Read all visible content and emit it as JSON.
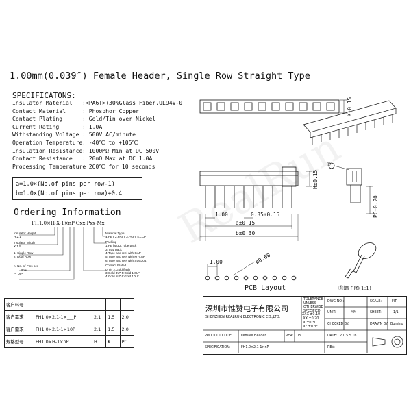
{
  "title": "1.00mm(0.039″) Female Header, Single Row Straight Type",
  "specifications": {
    "heading": "SPECIFICATONS:",
    "items": [
      {
        "label": "Insulator Material",
        "value": ":<PA6T>+30%Glass Fiber,UL94V-0"
      },
      {
        "label": "Contact Material",
        "value": ": Phosphor Copper"
      },
      {
        "label": "Contact Plating",
        "value": ": Gold/Tin over Nickel"
      },
      {
        "label": "Current Rating",
        "value": ": 1.0A"
      },
      {
        "label": "Withstanding Voltage",
        "value": ": 500V AC/minute"
      },
      {
        "label": "Operation Temperature",
        "value": ": -40℃ to +105℃"
      },
      {
        "label": "Insulation Resistance",
        "value": ": 1000MΩ Min at DC 500V"
      },
      {
        "label": "Contact Resistance",
        "value": ": 20mΩ Max at DC 1.0A"
      },
      {
        "label": "Processing Temperature",
        "value": ": 260℃ for 10 seconds"
      }
    ]
  },
  "formulas": {
    "a": "a=1.0×(No.of pins per row-1)",
    "b": "b=1.0×(No.of pins per row)+0.4"
  },
  "ordering": {
    "heading": "Ordering Information",
    "part_code": "FH1.0×H-X-1×nP-Gxx-Pxx-Mx",
    "left_notes": [
      "Insulator Height",
      "H:2.1",
      "Insulator Width",
      "X:1.5",
      "1. Single Row",
      "2. Dual Row",
      "n. No. of Pins per",
      "Row",
      "P: DIP"
    ],
    "right_notes": [
      "Material Type:",
      "1:PBT 2:PA6T 3:PA9T 4:LCP",
      "Packing",
      "1:PE bag 2:Tube pack",
      "3:Tray pack",
      "4:Tape and reel with CAP",
      "5:Tape and reel with MYLAR",
      "6:Tape and reel with SUS304",
      "Contact Plated",
      "0:Tin 2:Gold flash",
      "3:Gold 3U″ 5:Gold 1.0U″",
      "4:Gold 5U″ 6:Gold 10U″"
    ]
  },
  "dimensions": {
    "k": "K±0.15",
    "h": "H±0.15",
    "pc": "PC±0.20",
    "pitch": "1.00",
    "thick": "0.35±0.15",
    "a": "a±0.15",
    "b": "b±0.30",
    "pitch2": "1.00",
    "hole": "ø0.60",
    "callout": "①",
    "pcb_layout": "PCB Layout",
    "detail_label": "①端子图(1:1)"
  },
  "watermark": "RealRun",
  "customer_table": {
    "rows": [
      {
        "label": "客户料号",
        "part": "",
        "c1": "",
        "c2": "",
        "c3": ""
      },
      {
        "label": "客户需求",
        "part": "FH1.0×2.1-1×___P",
        "c1": "2.1",
        "c2": "1.5",
        "c3": "2.0"
      },
      {
        "label": "客户需求",
        "part": "FH1.0×2.1-1×10P",
        "c1": "2.1",
        "c2": "1.5",
        "c3": "2.0"
      },
      {
        "label": "规格型号",
        "part": "FH1.0×H-1×nP",
        "c1": "H",
        "c2": "K",
        "c3": "PC"
      }
    ]
  },
  "title_block": {
    "company_cn": "深圳市惟赞电子有限公司",
    "company_en": "SHENZHEN REALRUN ELECTRONIC CO.,LTD.",
    "tolerance_lines": [
      "TOLERANCE",
      "UNLESS",
      "OTHERWISE",
      "SPECIFIED"
    ],
    "tolerances": [
      "XXX ±0.10",
      ".XX ±0.20",
      ".X  ±0.30",
      ".X° ±0.3°"
    ],
    "dwg_no_label": "DWG NO.:",
    "scale_label": "SCALE:",
    "scale_value": "FIT",
    "unit_label": "UNIT:",
    "unit_value": "MM",
    "sheet_label": "SHEET:",
    "sheet_value": "1/1",
    "checked_label": "CHECKED BY:",
    "drawn_label": "DRAWN BY:",
    "drawn_value": "Burning",
    "date_label": "DATE:",
    "date_value": "2015.5.16",
    "prod_code_label": "PRODUCT CODE:",
    "prod_name": "Female Header",
    "ver_label": "VER:",
    "ver_value": "03",
    "spec_label": "SPECIFICATION:",
    "spec_value": "FH1.0×2.1-1×nP",
    "rev_label": "REV:"
  }
}
